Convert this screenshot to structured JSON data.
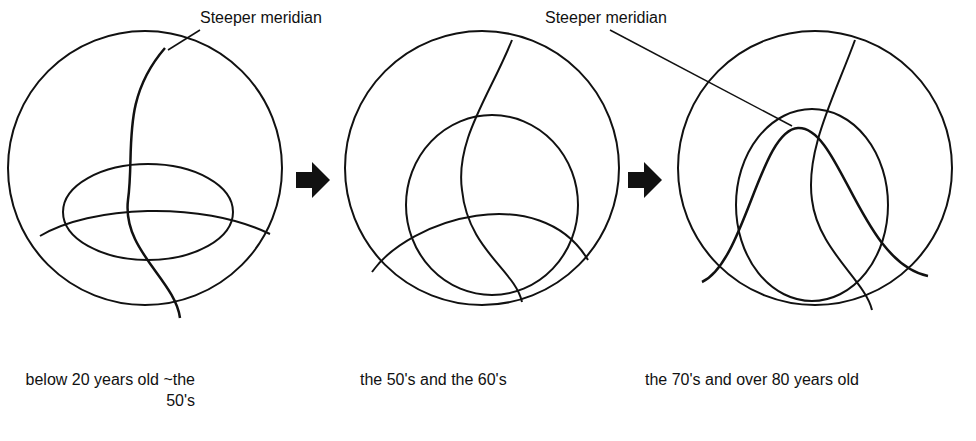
{
  "diagram": {
    "labels": [
      "Steeper meridian",
      "Steeper meridian",
      "below 20 years old ~the 50's",
      "the 50's and the 60's",
      "the 70's and over 80 years old"
    ]
  }
}
